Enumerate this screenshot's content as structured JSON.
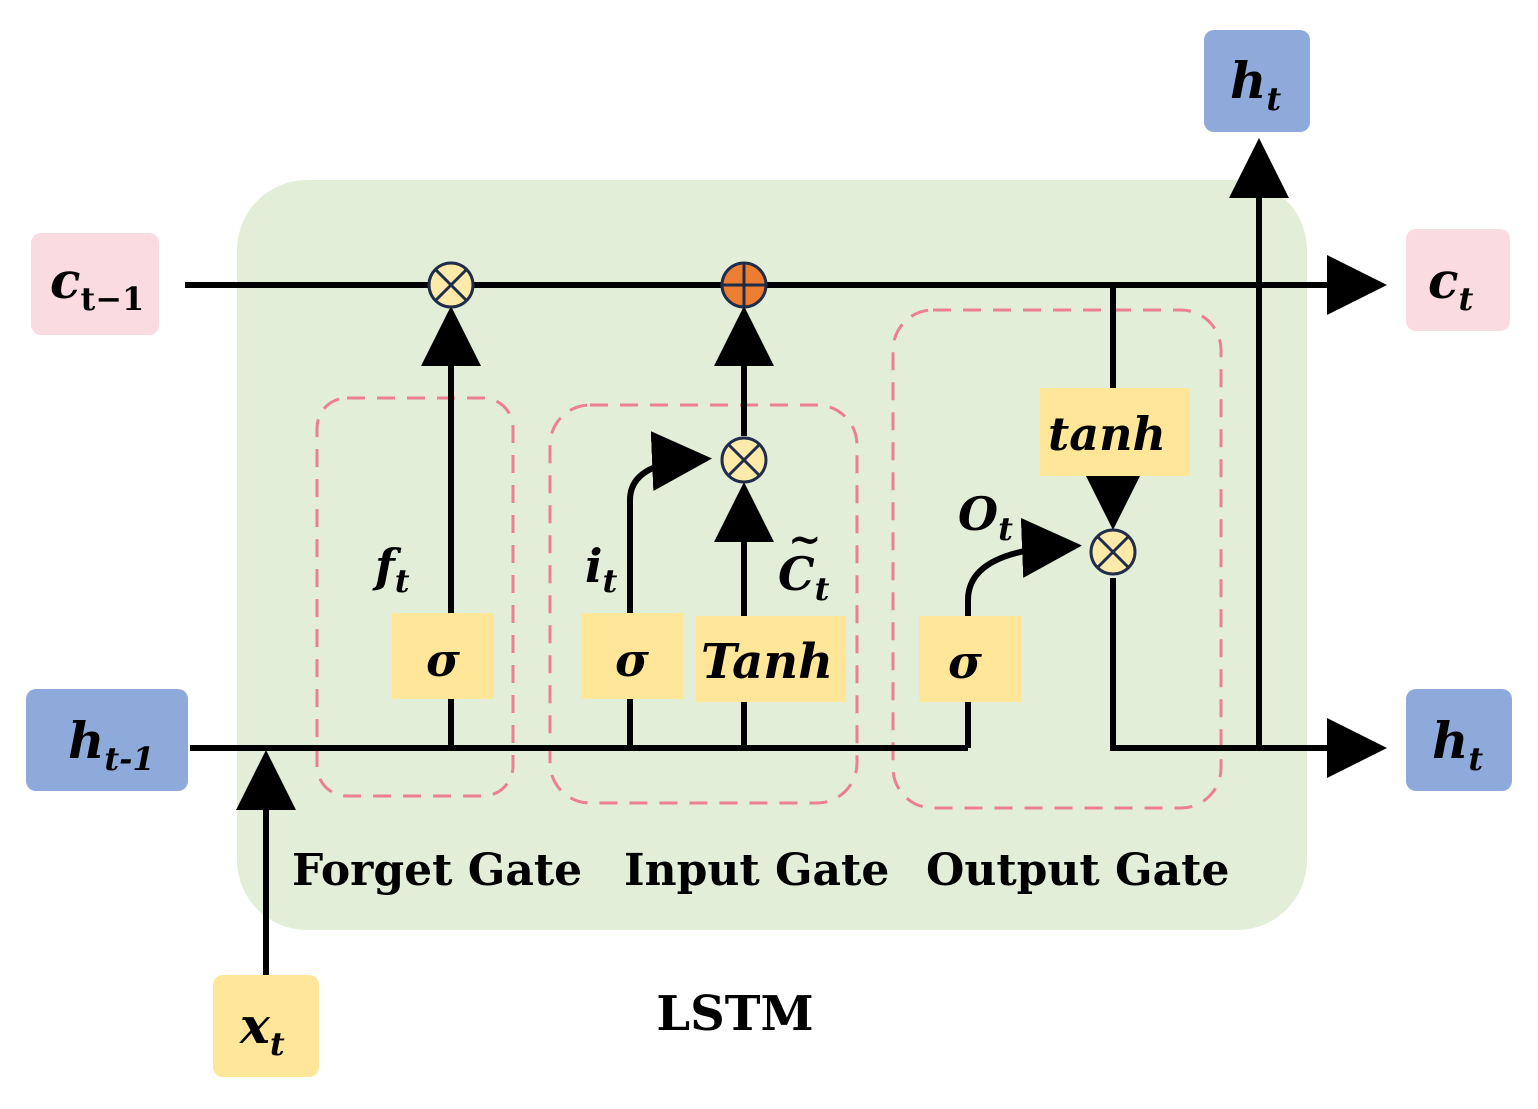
{
  "colors": {
    "cell_bg": "#e2eed8",
    "pink_box": "#f9dbe0",
    "blue_box": "#8eaadb",
    "yellow_box": "#ffe699",
    "dashed": "#ec7f94",
    "op_node": "#fde9a8",
    "add_node": "#ed7d31",
    "line": "#000000"
  },
  "inputs": {
    "c_prev": {
      "base": "c",
      "sub": "t−1"
    },
    "h_prev": {
      "base": "h",
      "sub": "t-1"
    },
    "x": {
      "base": "x",
      "sub": "t"
    }
  },
  "outputs": {
    "c": {
      "base": "c",
      "sub": "t"
    },
    "h_right": {
      "base": "h",
      "sub": "t"
    },
    "h_top": {
      "base": "h",
      "sub": "t"
    }
  },
  "activations": {
    "forget_sigma": "σ",
    "input_sigma": "σ",
    "input_tanh": "Tanh",
    "output_sigma": "σ",
    "cell_tanh": "tanh"
  },
  "signals": {
    "f": {
      "base": "f",
      "sub": "t"
    },
    "i": {
      "base": "i",
      "sub": "t"
    },
    "c_tilde": {
      "base": "C",
      "sub": "t",
      "accent": "~"
    },
    "o": {
      "base": "O",
      "sub": "t"
    }
  },
  "gates": {
    "forget": "Forget Gate",
    "input": "Input Gate",
    "output": "Output Gate"
  },
  "caption": "LSTM"
}
